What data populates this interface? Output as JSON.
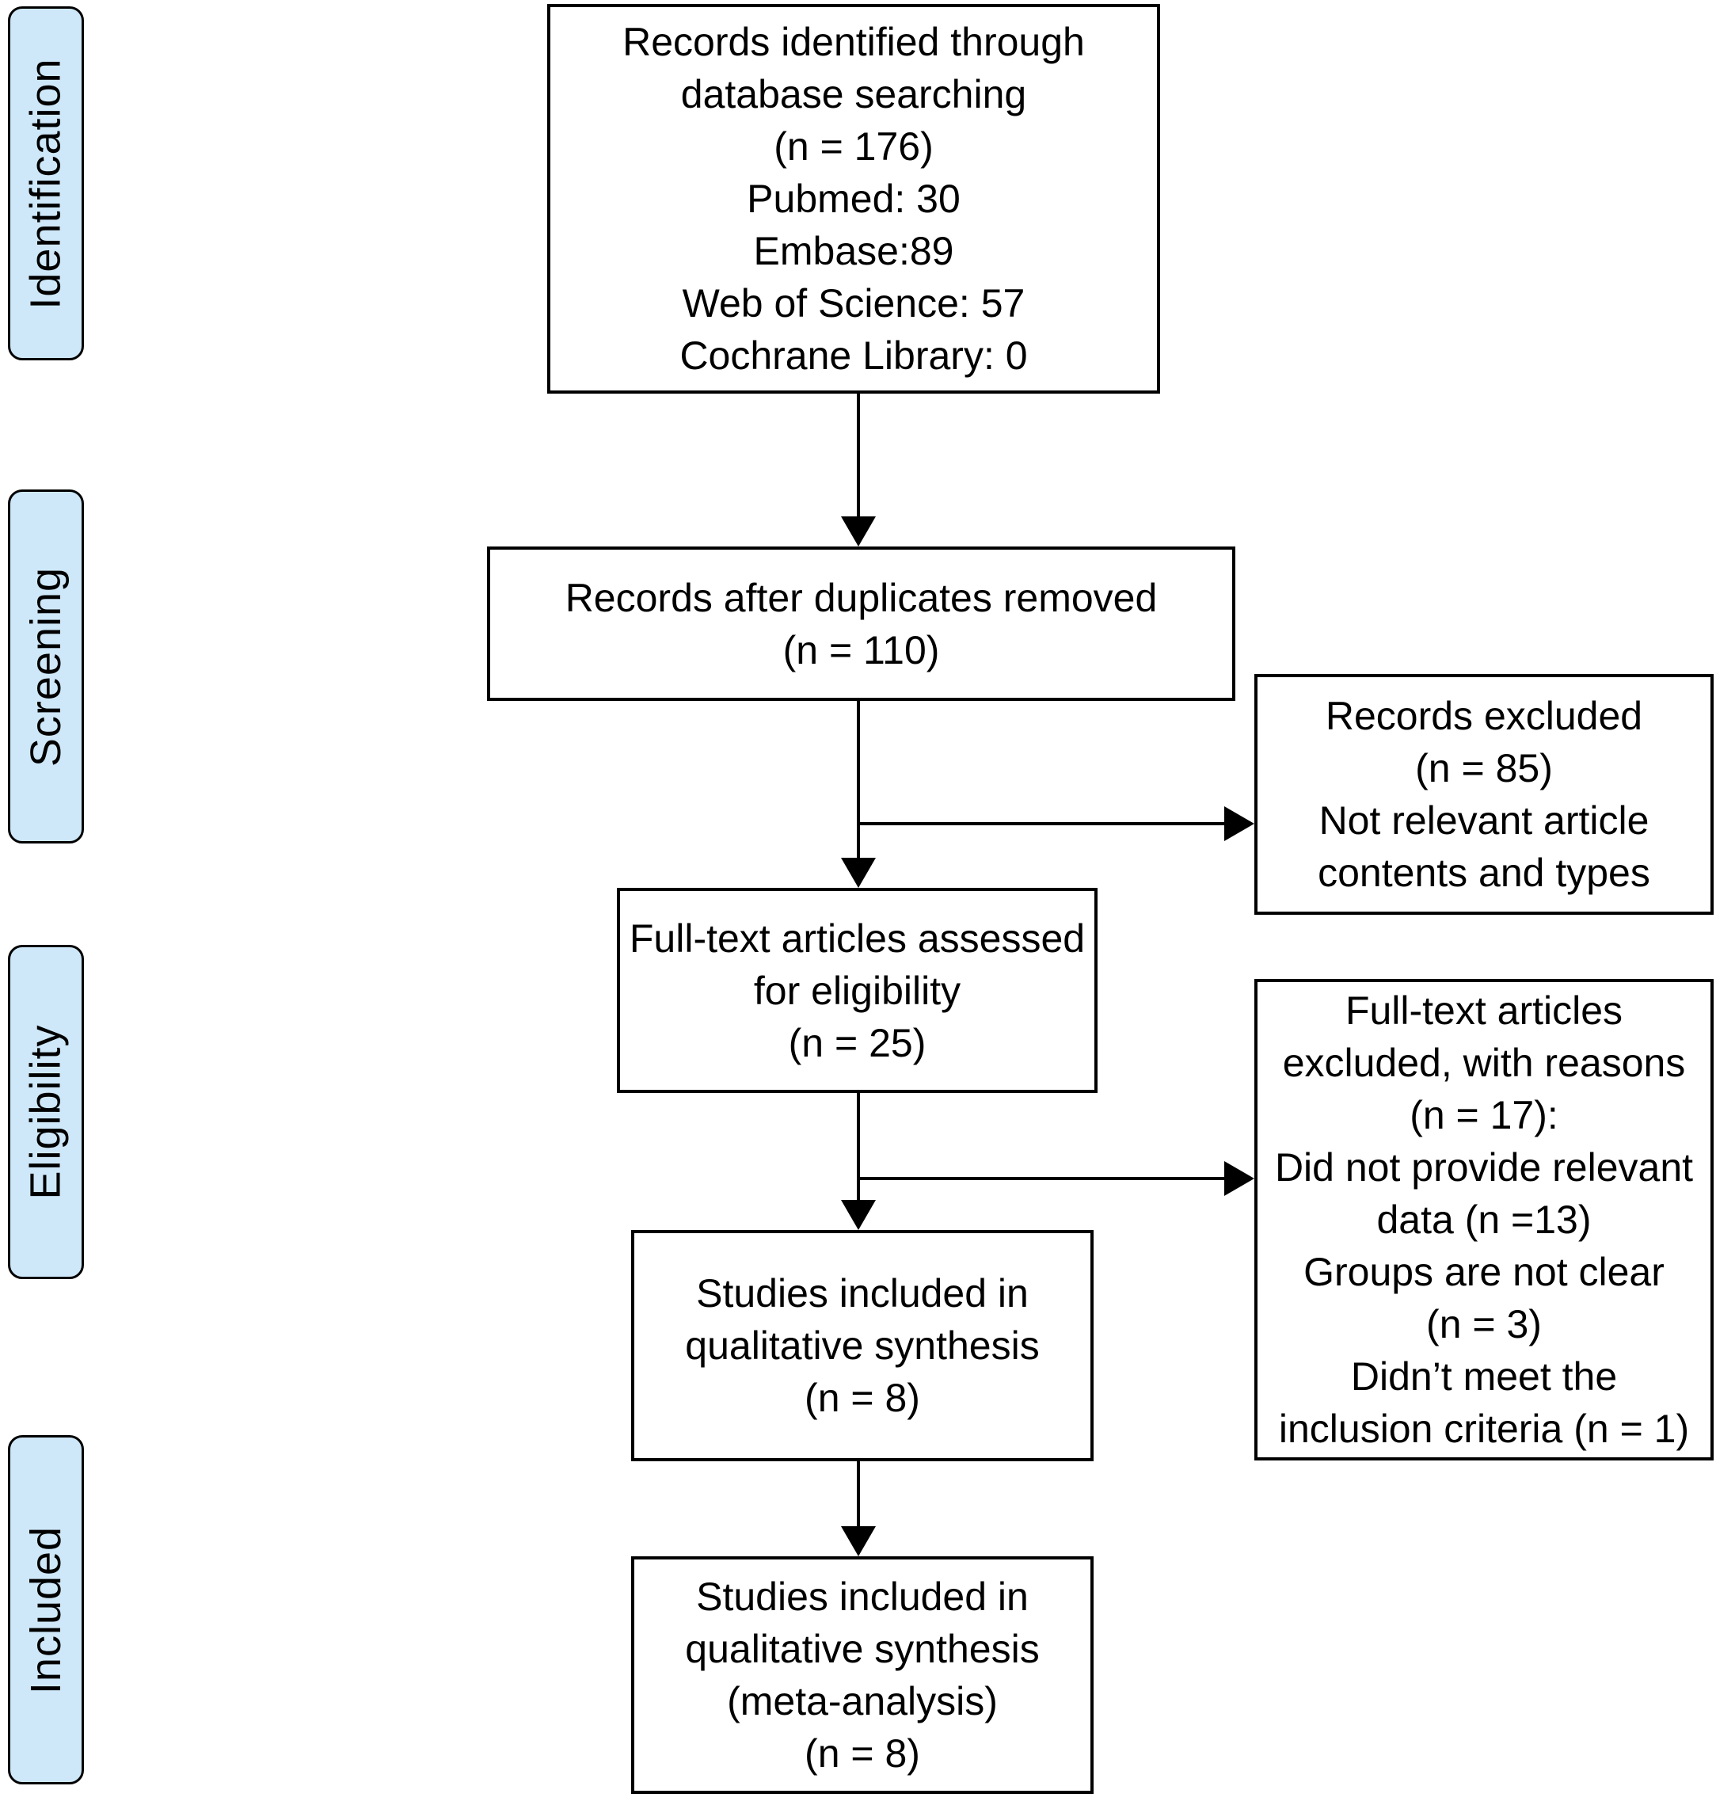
{
  "diagram": {
    "type": "prisma-flow",
    "stage_labels": [
      {
        "label": "Identification"
      },
      {
        "label": "Screening"
      },
      {
        "label": "Eligibility"
      },
      {
        "label": "Included"
      }
    ],
    "boxes": {
      "identified": {
        "lines": [
          "Records identified through",
          "database searching",
          "(n = 176)",
          "Pubmed: 30",
          "Embase:89",
          "Web of Science: 57",
          "Cochrane Library: 0"
        ]
      },
      "deduplicated": {
        "lines": [
          "Records after duplicates removed",
          "(n = 110)"
        ]
      },
      "records_excluded": {
        "lines": [
          "Records excluded",
          "(n = 85)",
          "Not relevant article",
          "contents and types"
        ]
      },
      "fulltext_assessed": {
        "lines": [
          "Full-text articles assessed",
          "for eligibility",
          "(n = 25)"
        ]
      },
      "fulltext_excluded": {
        "lines": [
          "Full-text articles",
          "excluded, with reasons",
          "(n = 17):",
          "Did not provide relevant",
          "data (n =13)",
          "Groups are not clear",
          "(n = 3)",
          "Didn’t meet the",
          "inclusion criteria (n = 1)"
        ]
      },
      "qualitative": {
        "lines": [
          "Studies included in",
          "qualitative synthesis",
          "(n = 8)"
        ]
      },
      "meta": {
        "lines": [
          "Studies included in",
          "qualitative synthesis",
          "(meta-analysis)",
          "(n = 8)"
        ]
      }
    },
    "colors": {
      "stage_fill": "#cee8f9",
      "stage_border": "#000000",
      "box_fill": "#ffffff",
      "box_border": "#000000",
      "arrow": "#000000",
      "text": "#000000"
    }
  }
}
